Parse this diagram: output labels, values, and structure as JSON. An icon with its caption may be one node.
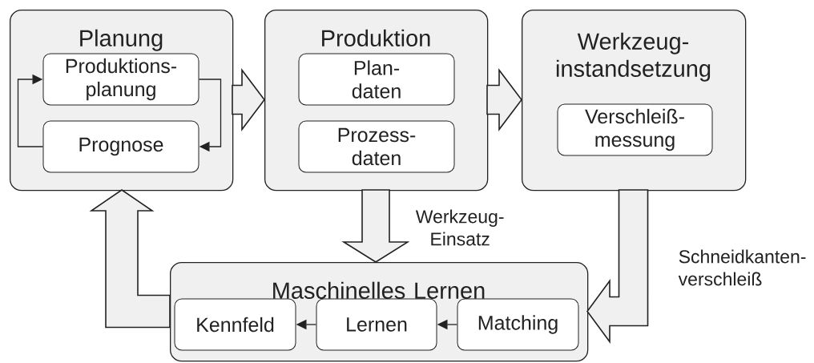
{
  "diagram": {
    "nodes": [
      {
        "text": [
          "Planung"
        ]
      },
      {
        "text": [
          "Produktions- planung"
        ],
        "in": 0
      },
      {
        "text": [
          "Prognose"
        ],
        "in": 0
      },
      {
        "text": [
          "Produktion"
        ]
      },
      {
        "text": [
          "Plan- daten"
        ],
        "in": 3
      },
      {
        "text": [
          "Prozess- daten"
        ],
        "in": 3
      },
      {
        "text": [
          "Werkzeug- instandsetzung"
        ]
      },
      {
        "text": [
          "Verschleiß- messung"
        ],
        "in": 6
      },
      {
        "text": [
          "Maschinelles Lernen"
        ]
      },
      {
        "text": [
          "Kennfeld"
        ],
        "in": 8
      },
      {
        "text": [
          "Lernen"
        ],
        "in": 8
      },
      {
        "text": [
          "Matching"
        ],
        "in": 8
      }
    ],
    "edges": [
      {
        "from": 1,
        "to": 2,
        "arrow": "to"
      },
      {
        "from": 2,
        "to": 1,
        "arrow": "to"
      },
      {
        "from": 0,
        "to": 3,
        "arrow": "to"
      },
      {
        "from": 3,
        "to": 6,
        "arrow": "to"
      },
      {
        "from": 3,
        "to": 8,
        "arrow": "to",
        "label": "Werkzeug- Einsatz"
      },
      {
        "from": 6,
        "to": 8,
        "arrow": "to",
        "label": "Schneidkanten- verschleiß"
      },
      {
        "from": 8,
        "to": 0,
        "arrow": "to"
      },
      {
        "from": 11,
        "to": 10,
        "arrow": "to"
      },
      {
        "from": 10,
        "to": 9,
        "arrow": "to"
      }
    ]
  }
}
